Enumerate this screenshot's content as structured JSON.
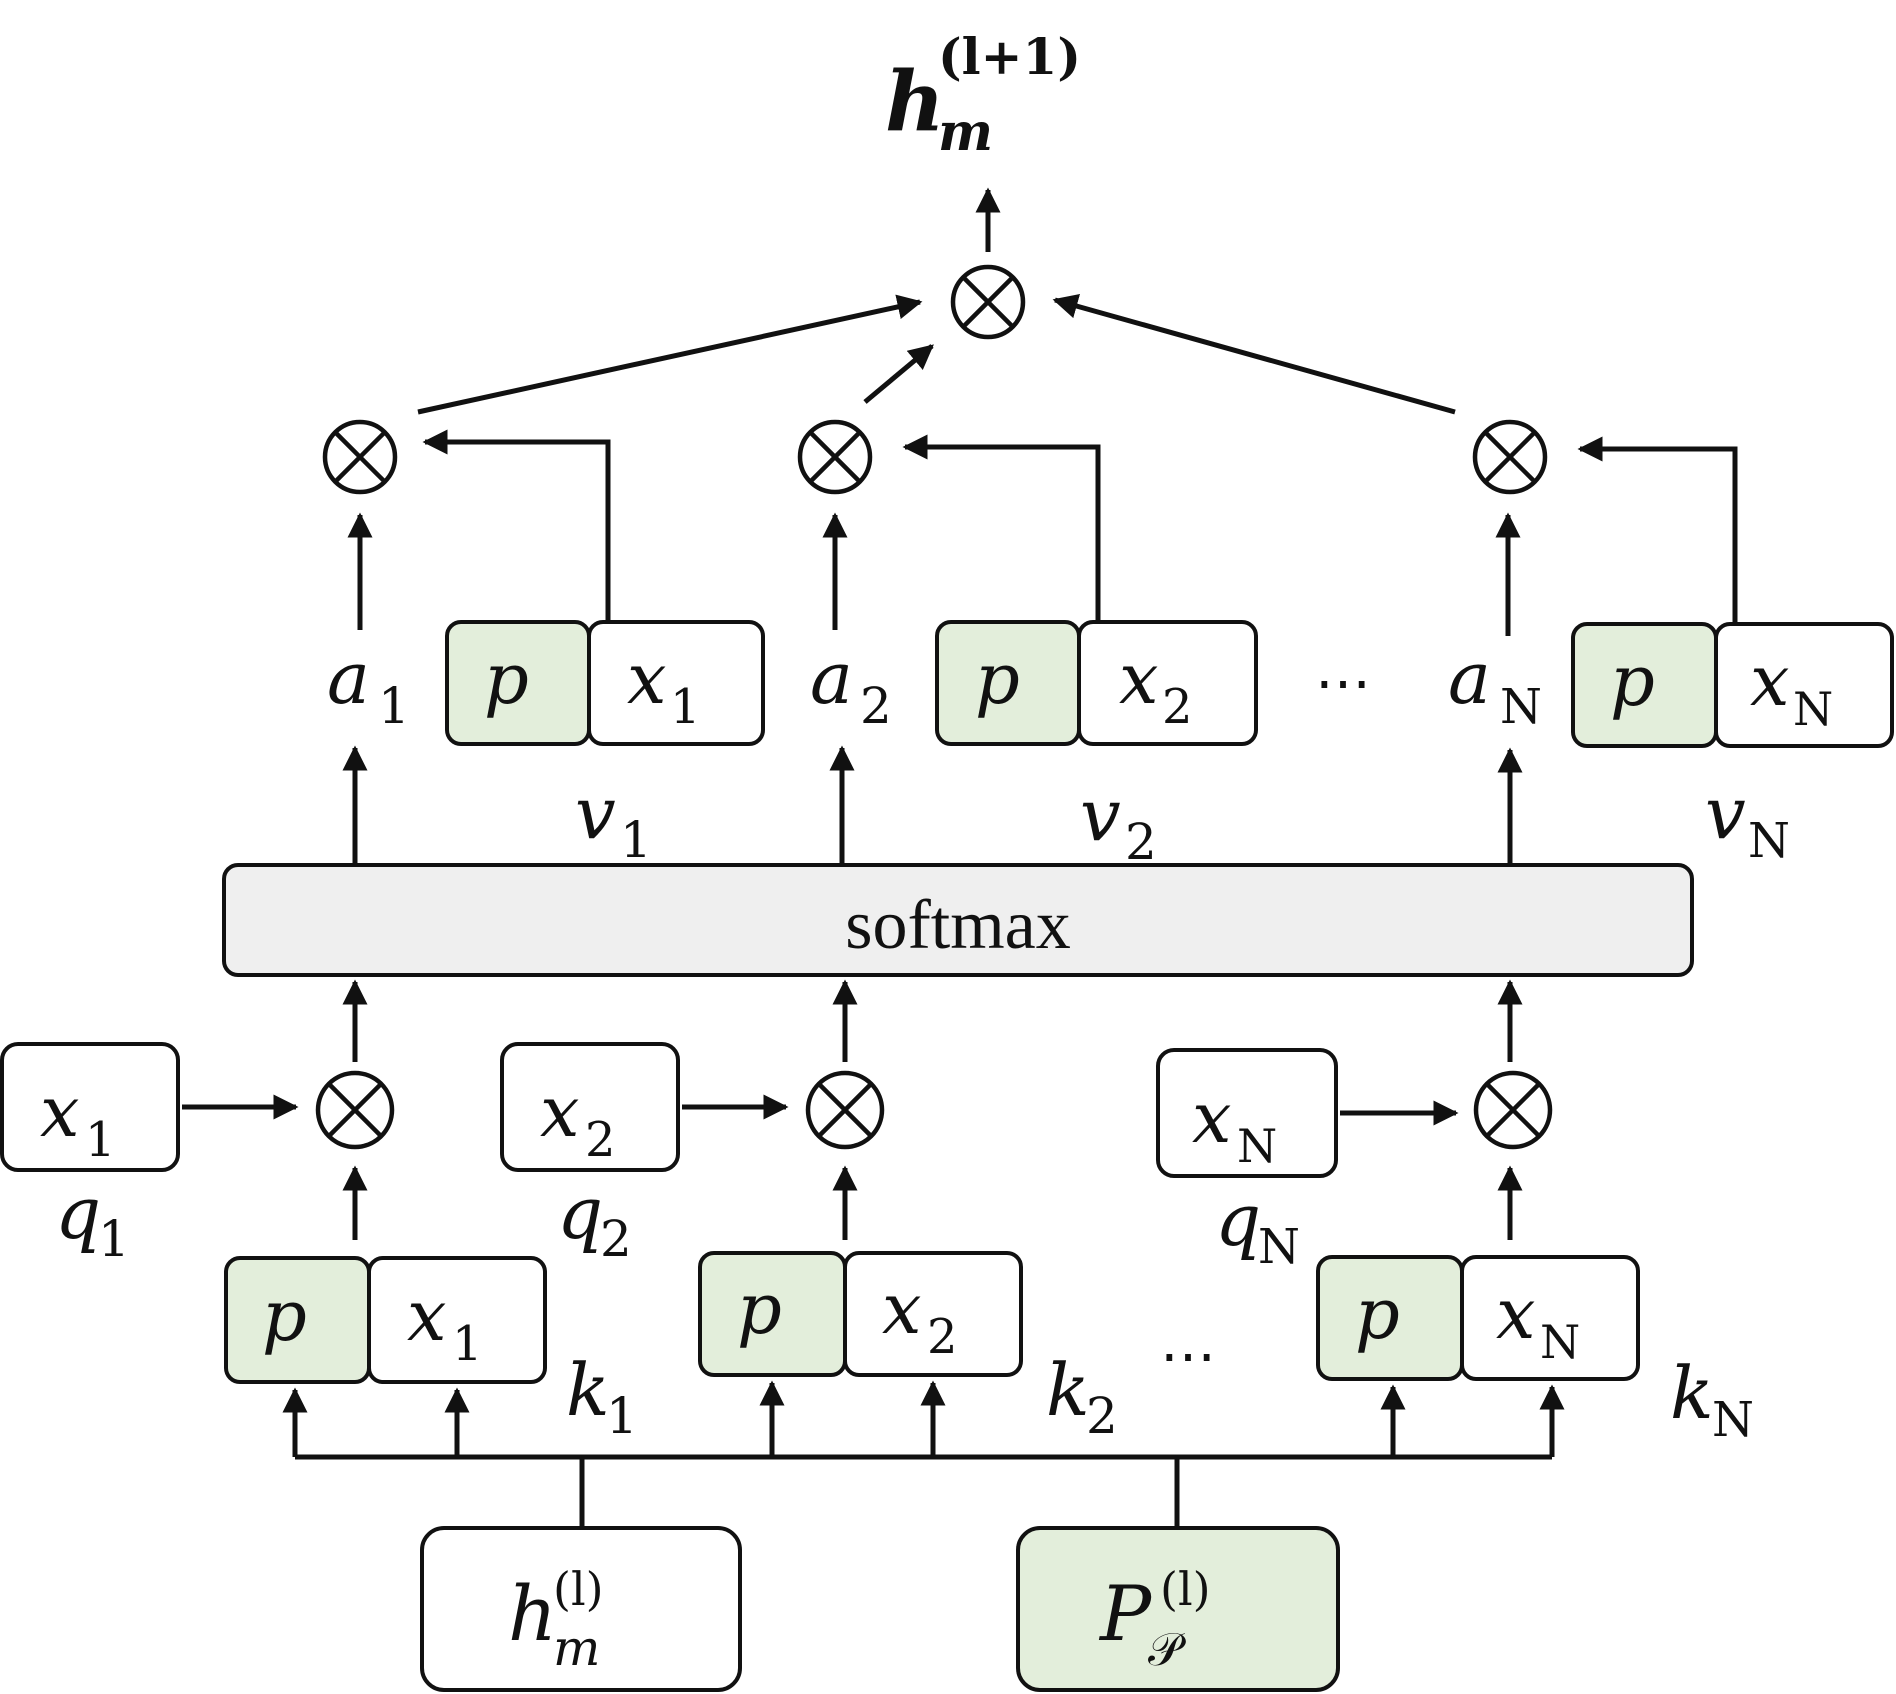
{
  "colors": {
    "stroke": "#111111",
    "green_fill": "#e3eedb",
    "softmax_fill": "#efefef",
    "white_fill": "#ffffff"
  },
  "output": {
    "base": "h",
    "sub": "m",
    "sup": "(l+1)"
  },
  "softmax_label": "softmax",
  "ellipsis": "⋯",
  "values": [
    {
      "a_base": "a",
      "a_sub": "1",
      "p": "p",
      "x_base": "x",
      "x_sub": "1",
      "v_base": "v",
      "v_sub": "1"
    },
    {
      "a_base": "a",
      "a_sub": "2",
      "p": "p",
      "x_base": "x",
      "x_sub": "2",
      "v_base": "v",
      "v_sub": "2"
    },
    {
      "a_base": "a",
      "a_sub": "N",
      "p": "p",
      "x_base": "x",
      "x_sub": "N",
      "v_base": "v",
      "v_sub": "N"
    }
  ],
  "queries": [
    {
      "x_base": "x",
      "x_sub": "1",
      "q_base": "q",
      "q_sub": "1"
    },
    {
      "x_base": "x",
      "x_sub": "2",
      "q_base": "q",
      "q_sub": "2"
    },
    {
      "x_base": "x",
      "x_sub": "N",
      "q_base": "q",
      "q_sub": "N"
    }
  ],
  "keys": [
    {
      "p": "p",
      "x_base": "x",
      "x_sub": "1",
      "k_base": "k",
      "k_sub": "1"
    },
    {
      "p": "p",
      "x_base": "x",
      "x_sub": "2",
      "k_base": "k",
      "k_sub": "2"
    },
    {
      "p": "p",
      "x_base": "x",
      "x_sub": "N",
      "k_base": "k",
      "k_sub": "N"
    }
  ],
  "inputs": {
    "hidden": {
      "base": "h",
      "sub": "m",
      "sup": "(l)"
    },
    "prompt": {
      "base": "P",
      "sub": "𝒫",
      "sup": "(l)"
    }
  }
}
